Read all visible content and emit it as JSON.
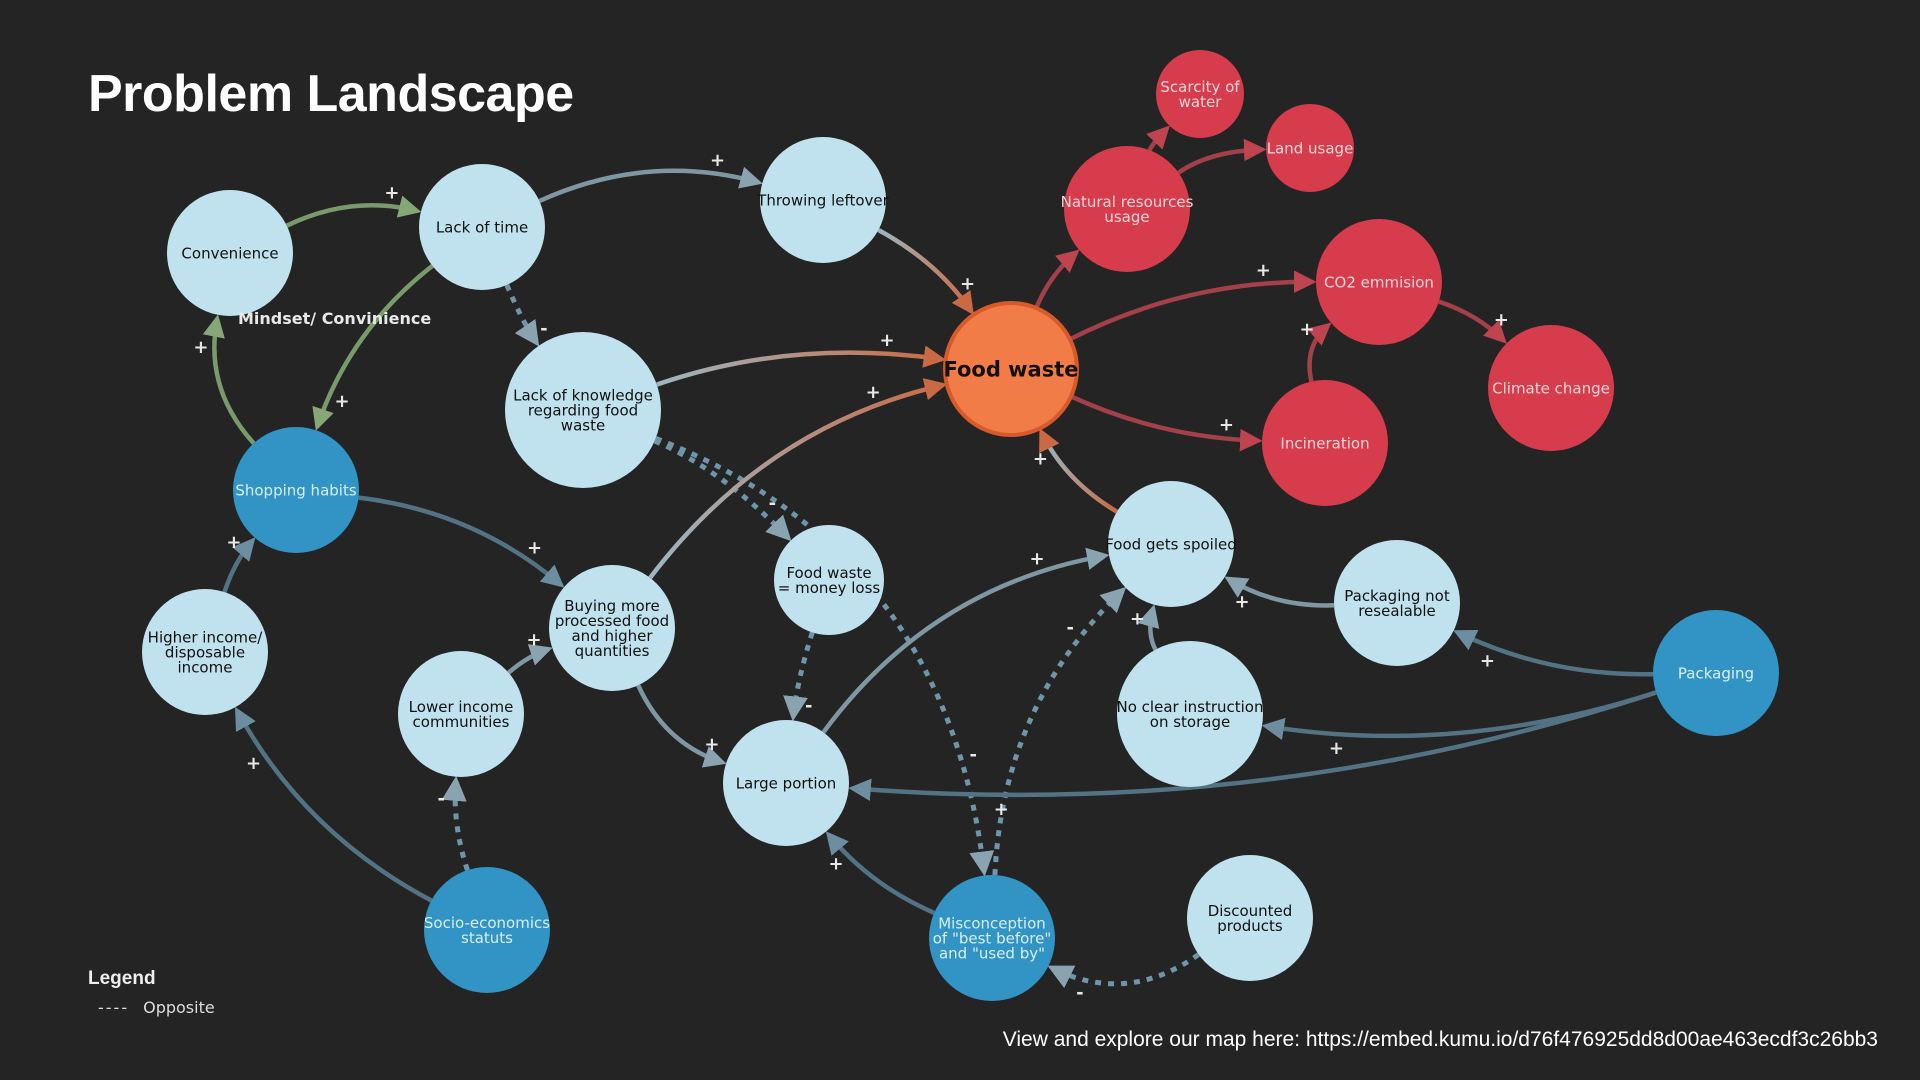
{
  "title": "Problem Landscape",
  "colors": {
    "background": "#242424",
    "light": "#c0e2ee",
    "blue": "#3194c4",
    "red": "#d63c4c",
    "orange": "#f27c47",
    "orange_border": "#d8592a",
    "green": "#7a9a6b",
    "link": "#7f96a3",
    "dark_link": "#537384",
    "red_link": "#a3404a"
  },
  "group_label": "Mindset/ Convinience",
  "legend": {
    "title": "Legend",
    "symbol": "----",
    "label": "Opposite"
  },
  "footer": "View and explore our map here: https://embed.kumu.io/d76f476925dd8d00ae463ecdf3c26bb3",
  "nodes": [
    {
      "id": "convenience",
      "lines": [
        "Convenience"
      ],
      "type": "light"
    },
    {
      "id": "lack-of-time",
      "lines": [
        "Lack of time"
      ],
      "type": "light"
    },
    {
      "id": "throwing-leftover",
      "lines": [
        "Throwing leftover"
      ],
      "type": "light"
    },
    {
      "id": "lack-of-knowledge",
      "lines": [
        "Lack of knowledge",
        "regarding food",
        "waste"
      ],
      "type": "light"
    },
    {
      "id": "shopping-habits",
      "lines": [
        "Shopping habits"
      ],
      "type": "blue"
    },
    {
      "id": "higher-income",
      "lines": [
        "Higher income/",
        "disposable",
        "income"
      ],
      "type": "light"
    },
    {
      "id": "lower-income",
      "lines": [
        "Lower income",
        "communities"
      ],
      "type": "light"
    },
    {
      "id": "buying-more",
      "lines": [
        "Buying more",
        "processed food",
        "and higher",
        "quantities"
      ],
      "type": "light"
    },
    {
      "id": "socio-economics",
      "lines": [
        "Socio-economics",
        "statuts"
      ],
      "type": "blue"
    },
    {
      "id": "food-waste-money",
      "lines": [
        "Food waste",
        "= money loss"
      ],
      "type": "light"
    },
    {
      "id": "large-portion",
      "lines": [
        "Large portion"
      ],
      "type": "light"
    },
    {
      "id": "misconception",
      "lines": [
        "Misconception",
        "of \"best before\"",
        "and \"used by\""
      ],
      "type": "blue"
    },
    {
      "id": "discounted",
      "lines": [
        "Discounted",
        "products"
      ],
      "type": "light"
    },
    {
      "id": "food-waste",
      "lines": [
        "Food waste"
      ],
      "type": "orange"
    },
    {
      "id": "natural-resources",
      "lines": [
        "Natural resources",
        "usage"
      ],
      "type": "red"
    },
    {
      "id": "scarcity-water",
      "lines": [
        "Scarcity of",
        "water"
      ],
      "type": "red"
    },
    {
      "id": "land-usage",
      "lines": [
        "Land usage"
      ],
      "type": "red"
    },
    {
      "id": "co2",
      "lines": [
        "CO2 emmision"
      ],
      "type": "red"
    },
    {
      "id": "climate-change",
      "lines": [
        "Climate change"
      ],
      "type": "red"
    },
    {
      "id": "incineration",
      "lines": [
        "Incineration"
      ],
      "type": "red"
    },
    {
      "id": "food-spoiled",
      "lines": [
        "Food gets spoiled"
      ],
      "type": "light"
    },
    {
      "id": "packaging-not-resealable",
      "lines": [
        "Packaging not",
        "resealable"
      ],
      "type": "light"
    },
    {
      "id": "no-clear-instruction",
      "lines": [
        "No clear instruction",
        "on storage"
      ],
      "type": "light"
    },
    {
      "id": "packaging",
      "lines": [
        "Packaging"
      ],
      "type": "blue"
    }
  ],
  "links": [
    {
      "from": "convenience",
      "to": "lack-of-time",
      "sign": "+",
      "style": "green"
    },
    {
      "from": "lack-of-time",
      "to": "shopping-habits",
      "sign": "+",
      "style": "green"
    },
    {
      "from": "shopping-habits",
      "to": "convenience",
      "sign": "+",
      "style": "green"
    },
    {
      "from": "lack-of-time",
      "to": "throwing-leftover",
      "sign": "+",
      "style": "link"
    },
    {
      "from": "lack-of-time",
      "to": "lack-of-knowledge",
      "sign": "-",
      "style": "dashed"
    },
    {
      "from": "throwing-leftover",
      "to": "food-waste",
      "sign": "+",
      "style": "grad"
    },
    {
      "from": "lack-of-knowledge",
      "to": "food-waste",
      "sign": "+",
      "style": "grad"
    },
    {
      "from": "lack-of-knowledge",
      "to": "food-waste-money",
      "sign": "-",
      "style": "dashed"
    },
    {
      "from": "lack-of-knowledge",
      "to": "misconception",
      "sign": "-",
      "style": "dashed"
    },
    {
      "from": "shopping-habits",
      "to": "buying-more",
      "sign": "+",
      "style": "dark"
    },
    {
      "from": "higher-income",
      "to": "shopping-habits",
      "sign": "+",
      "style": "dark"
    },
    {
      "from": "socio-economics",
      "to": "higher-income",
      "sign": "+",
      "style": "dark"
    },
    {
      "from": "socio-economics",
      "to": "lower-income",
      "sign": "-",
      "style": "dashed"
    },
    {
      "from": "lower-income",
      "to": "buying-more",
      "sign": "+",
      "style": "link"
    },
    {
      "from": "buying-more",
      "to": "food-waste",
      "sign": "+",
      "style": "grad"
    },
    {
      "from": "buying-more",
      "to": "large-portion",
      "sign": "+",
      "style": "link"
    },
    {
      "from": "food-waste-money",
      "to": "large-portion",
      "sign": "-",
      "style": "dashed"
    },
    {
      "from": "large-portion",
      "to": "food-spoiled",
      "sign": "+",
      "style": "link"
    },
    {
      "from": "misconception",
      "to": "large-portion",
      "sign": "+",
      "style": "dark"
    },
    {
      "from": "misconception",
      "to": "food-spoiled",
      "sign": "-",
      "style": "dashed"
    },
    {
      "from": "discounted",
      "to": "misconception",
      "sign": "-",
      "style": "dashed"
    },
    {
      "from": "food-spoiled",
      "to": "food-waste",
      "sign": "+",
      "style": "grad"
    },
    {
      "from": "packaging-not-resealable",
      "to": "food-spoiled",
      "sign": "+",
      "style": "link"
    },
    {
      "from": "no-clear-instruction",
      "to": "food-spoiled",
      "sign": "+",
      "style": "link"
    },
    {
      "from": "packaging",
      "to": "packaging-not-resealable",
      "sign": "+",
      "style": "dark"
    },
    {
      "from": "packaging",
      "to": "no-clear-instruction",
      "sign": "+",
      "style": "dark"
    },
    {
      "from": "packaging",
      "to": "large-portion",
      "sign": "+",
      "style": "dark"
    },
    {
      "from": "food-waste",
      "to": "natural-resources",
      "sign": "",
      "style": "red"
    },
    {
      "from": "natural-resources",
      "to": "scarcity-water",
      "sign": "",
      "style": "red"
    },
    {
      "from": "natural-resources",
      "to": "land-usage",
      "sign": "",
      "style": "red"
    },
    {
      "from": "food-waste",
      "to": "co2",
      "sign": "+",
      "style": "red"
    },
    {
      "from": "co2",
      "to": "climate-change",
      "sign": "+",
      "style": "red"
    },
    {
      "from": "food-waste",
      "to": "incineration",
      "sign": "+",
      "style": "red"
    },
    {
      "from": "incineration",
      "to": "co2",
      "sign": "+",
      "style": "red"
    }
  ]
}
